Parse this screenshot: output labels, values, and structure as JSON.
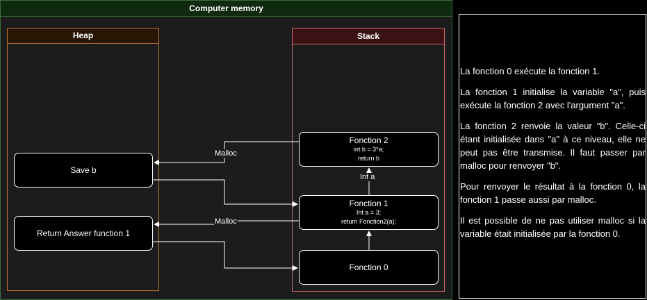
{
  "containers": {
    "memory_title": "Computer memory",
    "heap_title": "Heap",
    "stack_title": "Stack"
  },
  "heap_nodes": {
    "save_b": "Save b",
    "return_answer": "Return Answer function 1"
  },
  "stack_nodes": {
    "fonction2": {
      "title": "Fonction 2",
      "line1": "int b = 3*a;",
      "line2": "return b"
    },
    "fonction1": {
      "title": "Fonction 1",
      "line1": "Int a = 3;",
      "line2": "return Fonction2(a);"
    },
    "fonction0": {
      "title": "Fonction 0"
    }
  },
  "edge_labels": {
    "malloc_1": "Malloc",
    "malloc_2": "Malloc",
    "int_a": "Int a"
  },
  "notes": [
    "La fonction 0 exécute la fonction 1.",
    "La fonction 1 initialise la variable \"a\", puis exécute la fonction 2 avec l'argument \"a\".",
    "La fonction 2 renvoie la valeur \"b\". Celle-ci étant initialisée dans \"a\" à ce niveau, elle ne peut pas être transmise. Il faut passer par malloc pour renvoyer \"b\".",
    "Pour renvoyer le résultat à la fonction 0, la fonction 1 passe aussi par malloc.",
    "Il est possible de ne pas utiliser malloc si la variable était initialisée par la fonction 0."
  ],
  "colors": {
    "memory_border": "#3b6b3b",
    "heap_border": "#b87328",
    "stack_border": "#d06b6b",
    "edge": "#ffffff"
  }
}
